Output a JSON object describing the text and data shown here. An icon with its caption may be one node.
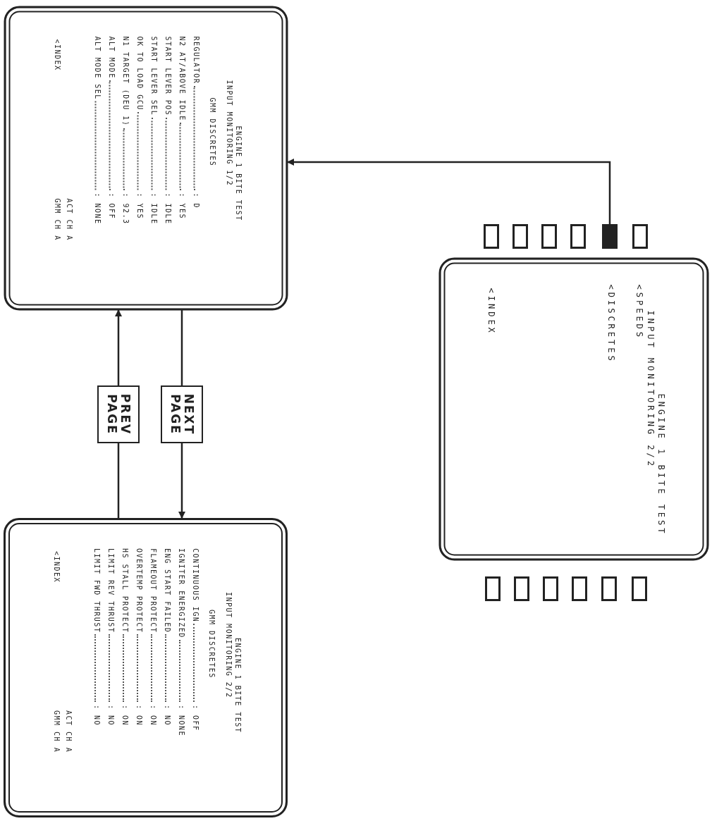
{
  "diagram": {
    "nodes": [
      {
        "text": [
          "ENGINE 1 BITE TEST",
          "INPUT MONITORING 1/2",
          "GMM DISCRETES",
          "REGULATOR",
          ": D",
          "N2 AT/ABOVE IDLE",
          ": YES",
          "START LEVER POS",
          ": IDLE",
          "START LEVER SEL",
          ": IDLE",
          "OK TO LOAD GCU",
          ": YES",
          "N1 TARGET (DEU 1)",
          ": 92.3",
          "ALT MODE",
          ": OFF",
          "ALT MODE SEL",
          ": NONE",
          "<INDEX",
          "ACT CH A",
          "GMM CH A"
        ]
      },
      {
        "text": [],
        "shape": "box"
      },
      {
        "text": [],
        "shape": "box"
      },
      {
        "text": [],
        "shape": "box"
      },
      {
        "text": [],
        "shape": "box"
      },
      {
        "text": [],
        "shape": "box"
      },
      {
        "text": [],
        "shape": "box"
      },
      {
        "text": [
          "ENGINE 1 BITE TEST",
          "INPUT MONITORING 2/2",
          "<SPEEDS",
          "<DISCRETES",
          "<INDEX"
        ]
      },
      {
        "text": [],
        "shape": "box"
      },
      {
        "text": [],
        "shape": "box"
      },
      {
        "text": [],
        "shape": "box"
      },
      {
        "text": [],
        "shape": "box"
      },
      {
        "text": [],
        "shape": "box"
      },
      {
        "text": [],
        "shape": "box"
      },
      {
        "text": [
          "ENGINE 1 BITE TEST",
          "INPUT MONITORING 2/2",
          "GMM DISCRETES",
          "CONTINUOUS IGN",
          ": OFF",
          "IGNITER ENERGIZED",
          ": NONE",
          "ENG START FAILED",
          ": NO",
          "FLAMEOUT PROTECT",
          ": ON",
          "OVERTEMP PROTECT",
          ": ON",
          "HS STALL PROTECT",
          ": ON",
          "LIMIT REV THRUST",
          ": NO",
          "LIMIT FWD THRUST",
          ": NO",
          "<INDEX",
          "ACT CH A",
          "GMM CH A"
        ]
      }
    ],
    "edges": [
      {
        "from": 0,
        "to": 14,
        "arrow": "to",
        "label": "NEXT PAGE"
      },
      {
        "from": 14,
        "to": 0,
        "arrow": "to",
        "label": "PREV PAGE"
      },
      {
        "from": 5,
        "to": 0,
        "arrow": "to"
      }
    ]
  }
}
